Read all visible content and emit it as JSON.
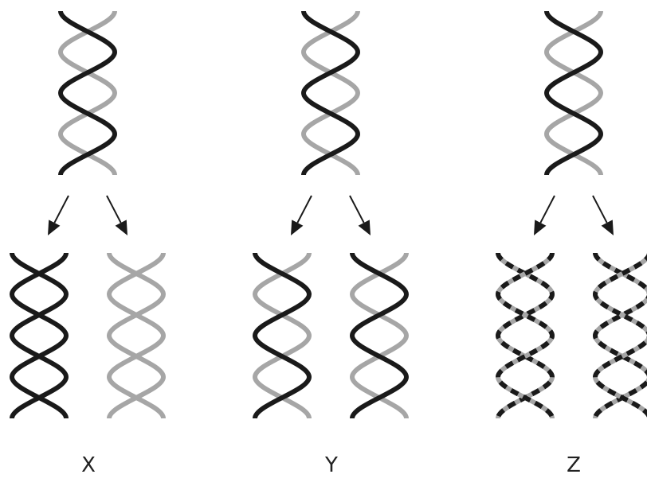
{
  "colors": {
    "dark_strand": "#1a1a1a",
    "light_strand": "#a6a6a6",
    "arrow": "#1a1a1a",
    "background": "#ffffff"
  },
  "panels": [
    {
      "id": "x",
      "label": "X",
      "parent": [
        "dark",
        "light"
      ],
      "left_child": [
        "dark",
        "dark"
      ],
      "right_child": [
        "light",
        "light"
      ]
    },
    {
      "id": "y",
      "label": "Y",
      "parent": [
        "dark",
        "light"
      ],
      "left_child": [
        "dark",
        "light"
      ],
      "right_child": [
        "dark",
        "light"
      ]
    },
    {
      "id": "z",
      "label": "Z",
      "parent": [
        "dark",
        "light"
      ],
      "left_child": [
        "dashed",
        "dashed"
      ],
      "right_child": [
        "dashed",
        "dashed"
      ]
    }
  ]
}
